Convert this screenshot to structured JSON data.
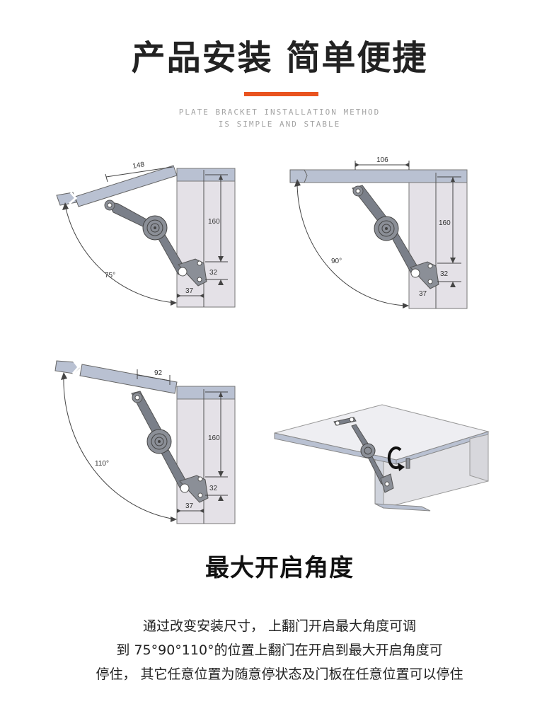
{
  "header": {
    "title": "产品安装 简单便捷",
    "subtitle_lines": [
      "PLATE BRACKET INSTALLATION METHOD",
      "IS SIMPLE AND STABLE"
    ],
    "accent_color": "#e9531f"
  },
  "diagrams": {
    "fig75": {
      "angle": "75°",
      "top_dim": "148",
      "height_dim": "160",
      "small_dim": "32",
      "offset_dim": "37"
    },
    "fig90": {
      "angle": "90°",
      "top_dim": "106",
      "height_dim": "160",
      "small_dim": "32",
      "offset_dim": "37"
    },
    "fig110": {
      "angle": "110°",
      "top_dim": "92",
      "height_dim": "160",
      "small_dim": "32",
      "offset_dim": "37"
    },
    "perspective": {
      "icon": "rotate-arrow-icon"
    }
  },
  "section": {
    "title": "最大开启角度",
    "description_lines": [
      "通过改变安装尺寸，  上翻门开启最大角度可调",
      "到 75°90°110°的位置上翻门在开启到最大开启角度可",
      "停住，  其它任意位置为随意停状态及门板在任意位置可以停住"
    ]
  },
  "colors": {
    "panel": "#b9c1d2",
    "cabinet": "#e4e1e7",
    "arm": "#7a7f89",
    "line": "#444444"
  }
}
